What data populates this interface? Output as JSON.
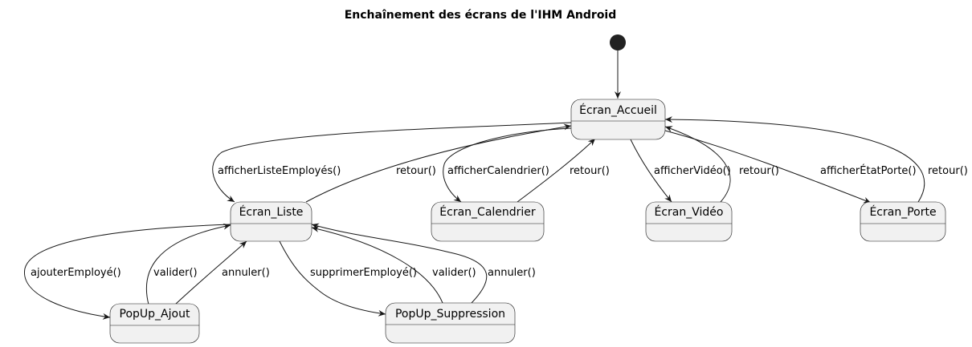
{
  "title": "Enchaînement des écrans de l'IHM Android",
  "states": {
    "accueil": "Écran_Accueil",
    "liste": "Écran_Liste",
    "calendrier": "Écran_Calendrier",
    "video": "Écran_Vidéo",
    "porte": "Écran_Porte",
    "ajout": "PopUp_Ajout",
    "suppression": "PopUp_Suppression"
  },
  "transitions": {
    "afficher_liste": "afficherListeEmployés()",
    "retour_liste": "retour()",
    "afficher_calendrier": "afficherCalendrier()",
    "retour_calendrier": "retour()",
    "afficher_video": "afficherVidéo()",
    "retour_video": "retour()",
    "afficher_porte": "afficherÉtatPorte()",
    "retour_porte": "retour()",
    "ajouter_employe": "ajouterEmployé()",
    "valider_ajout": "valider()",
    "annuler_ajout": "annuler()",
    "supprimer_employe": "supprimerEmployé()",
    "valider_suppression": "valider()",
    "annuler_suppression": "annuler()"
  }
}
